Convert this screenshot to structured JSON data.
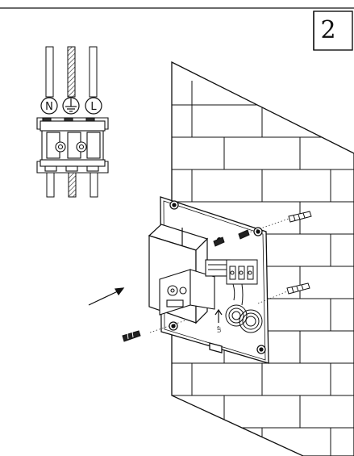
{
  "step": {
    "number": "2"
  },
  "terminals": {
    "neutral": "N",
    "live": "L"
  },
  "markings": {
    "up": "UP"
  }
}
